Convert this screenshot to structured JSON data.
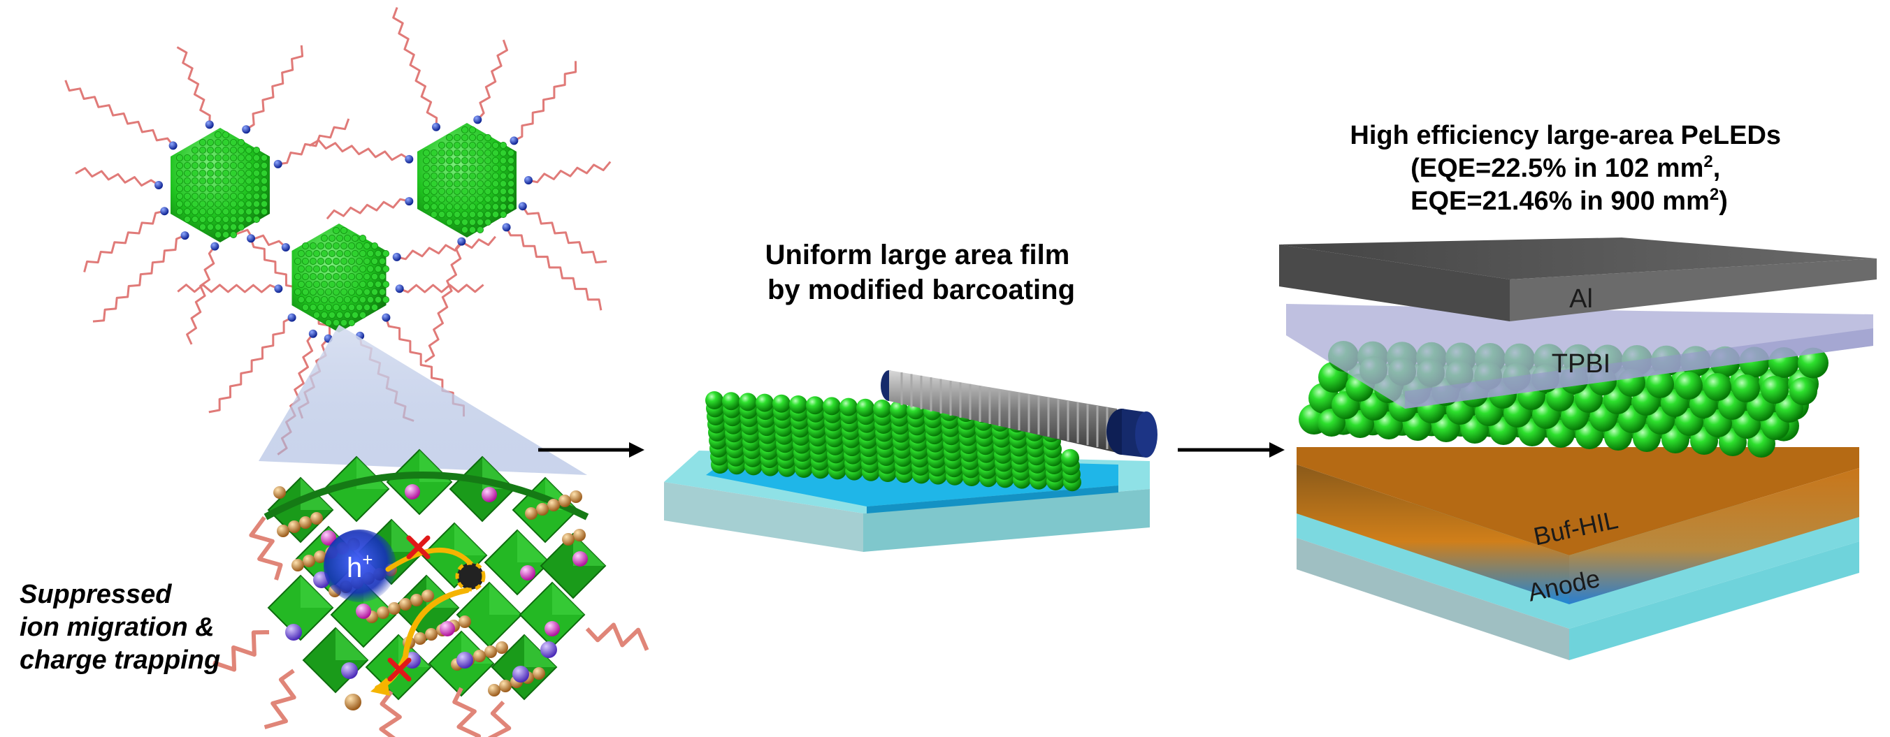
{
  "left_panel": {
    "caption_lines": [
      "Suppressed",
      "ion migration &",
      "charge trapping"
    ],
    "hole_label": "h",
    "hole_superscript": "+"
  },
  "middle_panel": {
    "title_lines": [
      "Uniform large area film",
      "by modified barcoating"
    ]
  },
  "right_panel": {
    "title_line1": "High efficiency large-area PeLEDs",
    "title_line2_prefix": "(EQE=22.5% in 102 mm",
    "title_line2_sup": "2",
    "title_line2_suffix": ",",
    "title_line3_prefix": "EQE=21.46% in 900 mm",
    "title_line3_sup": "2",
    "title_line3_suffix": ")",
    "layers": {
      "al": "Al",
      "tpbi": "TPBI",
      "buf_hil": "Buf-HIL",
      "anode": "Anode"
    }
  },
  "colors": {
    "nanocrystal_green": "#1fc21f",
    "ligand_pink": "#e07a78",
    "ligand_head_blue": "#1f3fc8",
    "substrate_cyan": "#7fdde3",
    "film_blue": "#1fb6e8",
    "al_gray": "#555555",
    "tpbi_lavender": "#a9abd6",
    "buf_orange": "#c97a1a",
    "roller_navy": "#152a6b",
    "arrow_black": "#000000",
    "cross_red": "#e01818",
    "path_yellow": "#f5b400"
  }
}
